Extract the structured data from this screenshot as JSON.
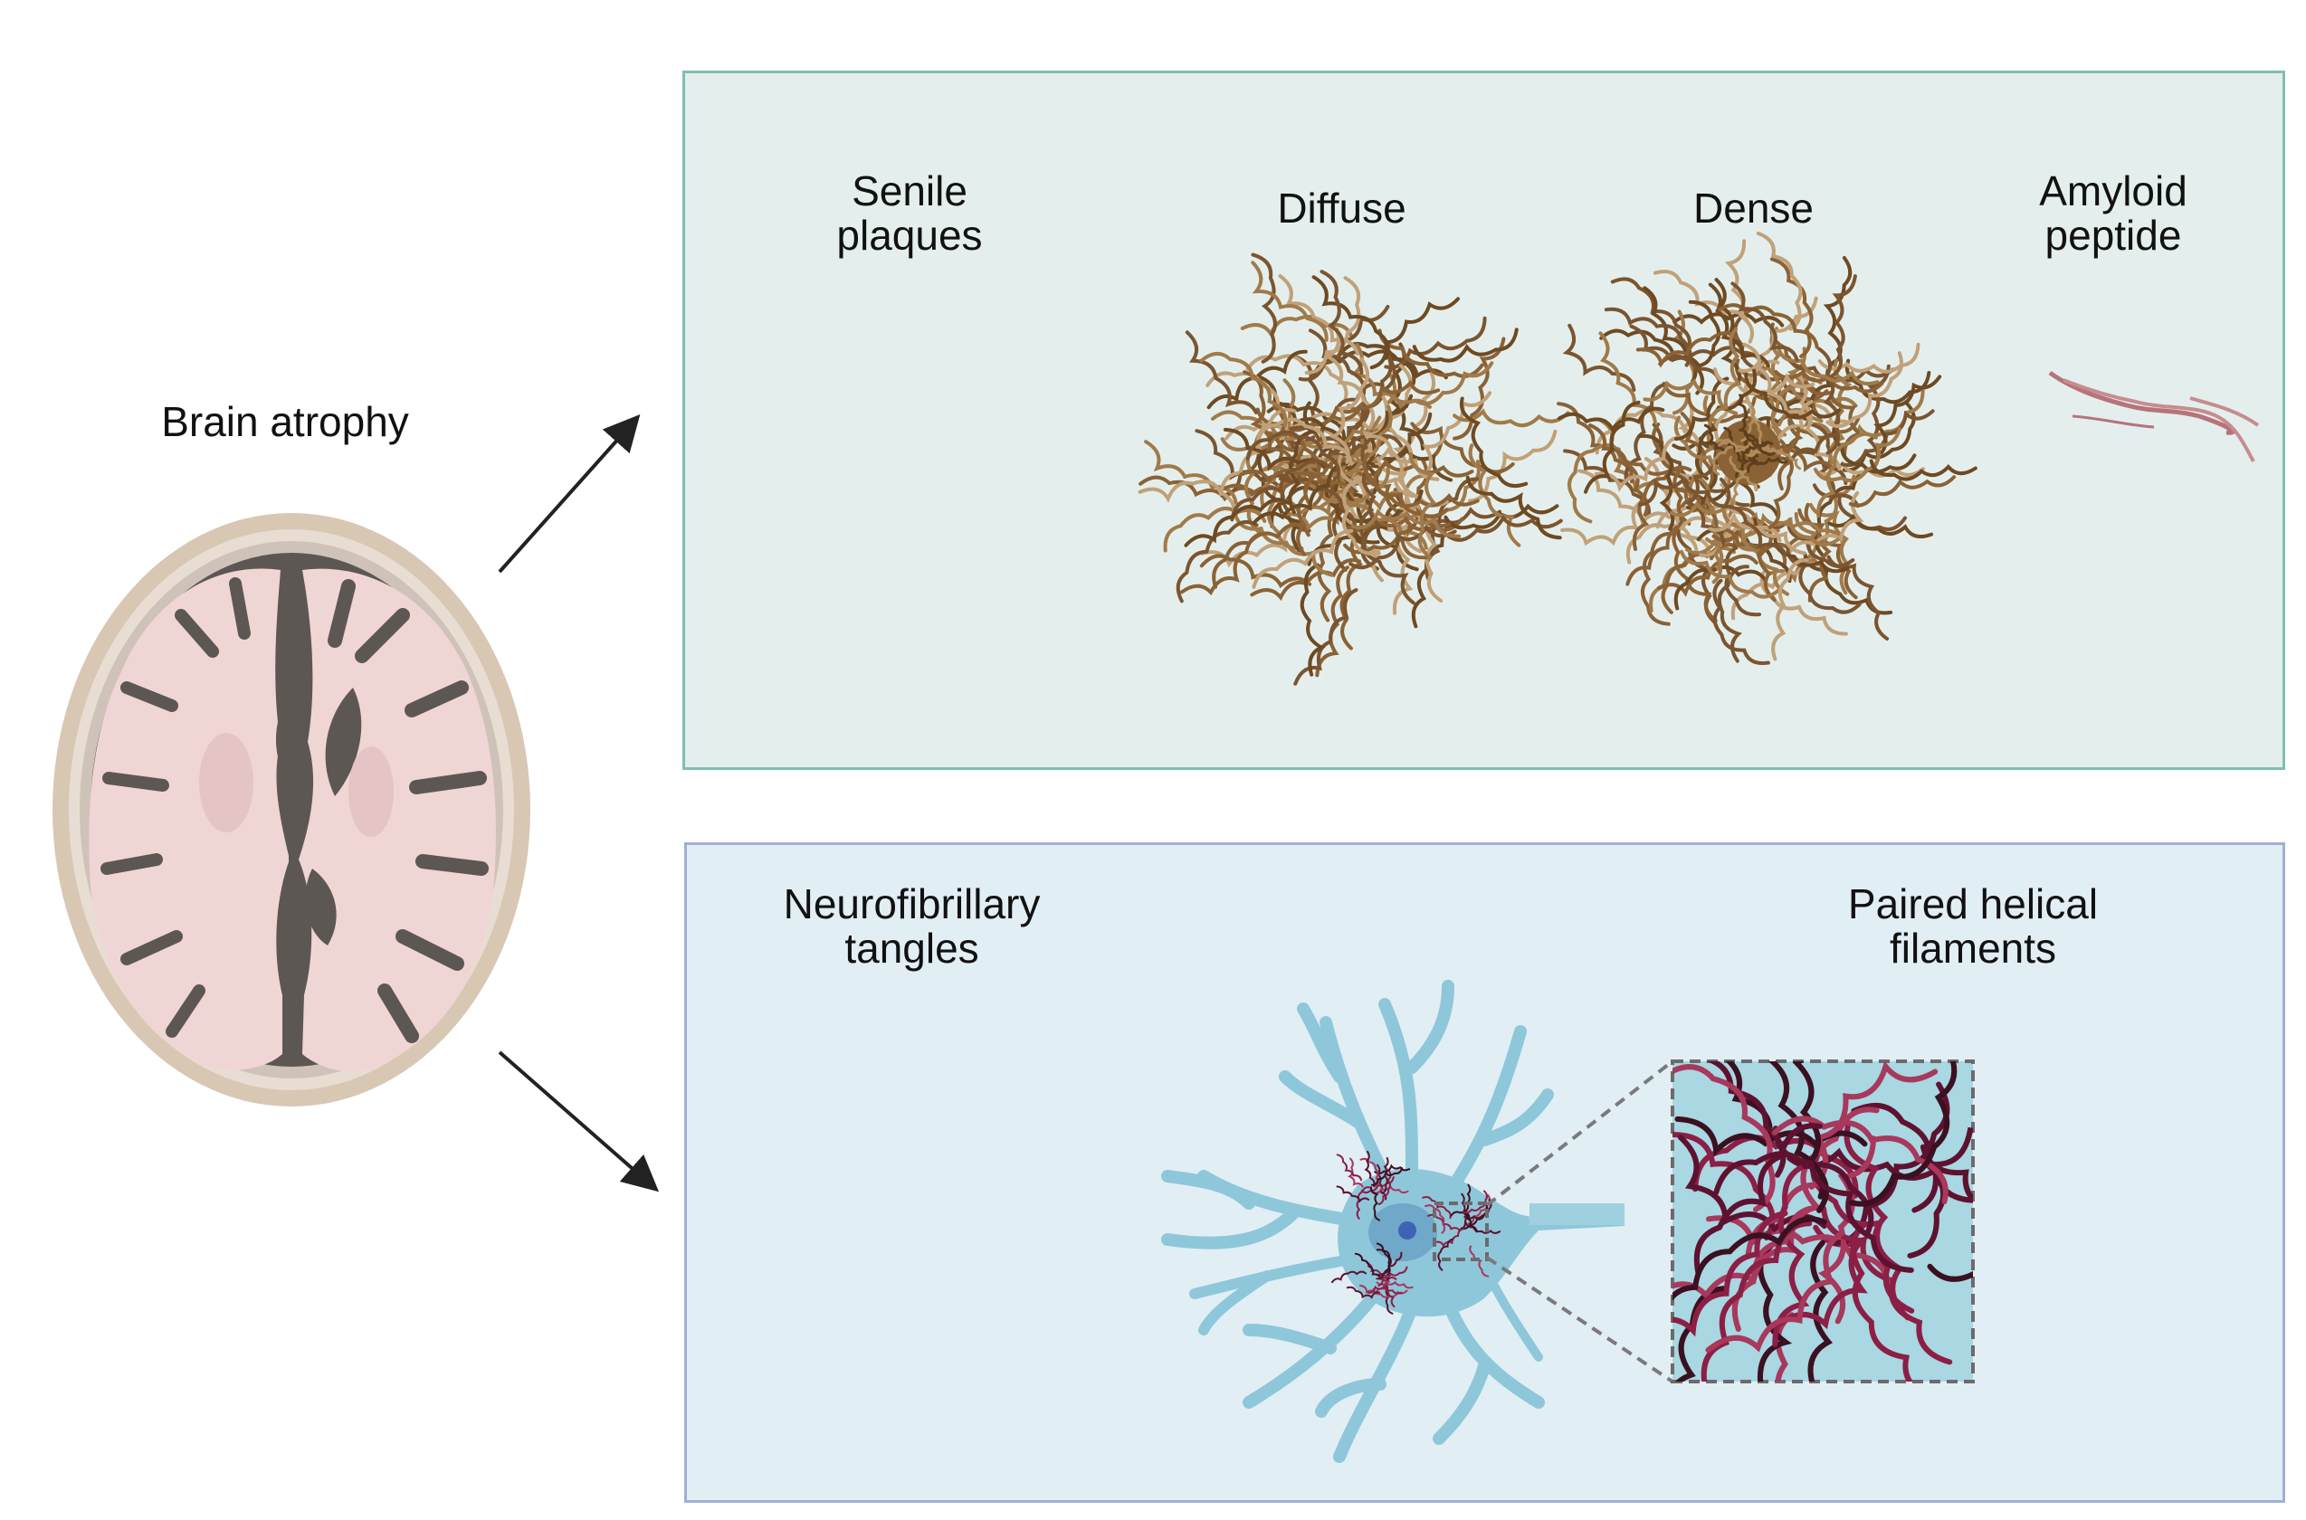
{
  "labels": {
    "brain_atrophy": "Brain atrophy",
    "senile_plaques": "Senile\nplaques",
    "diffuse": "Diffuse",
    "dense": "Dense",
    "amyloid_peptide": "Amyloid\npeptide",
    "neurofibrillary_tangles": "Neurofibrillary\ntangles",
    "paired_helical_filaments": "Paired helical\nfilaments"
  },
  "colors": {
    "top_panel_fill": "#e4efed",
    "top_panel_border": "#7fbfb3",
    "bottom_panel_fill": "#e1eef4",
    "bottom_panel_border": "#9fb0d6",
    "plaque_brown": "#8a6235",
    "neuron_blue": "#8ec7da",
    "tangle_red": "#8c1f45",
    "brain_pink": "#f1d6d6",
    "brain_dark": "#5d5754"
  },
  "icons": [
    "brain-axial-section",
    "diffuse-plaque",
    "dense-core-plaque",
    "amyloid-peptide",
    "neuron-with-tangles",
    "paired-helical-filaments-zoom"
  ]
}
